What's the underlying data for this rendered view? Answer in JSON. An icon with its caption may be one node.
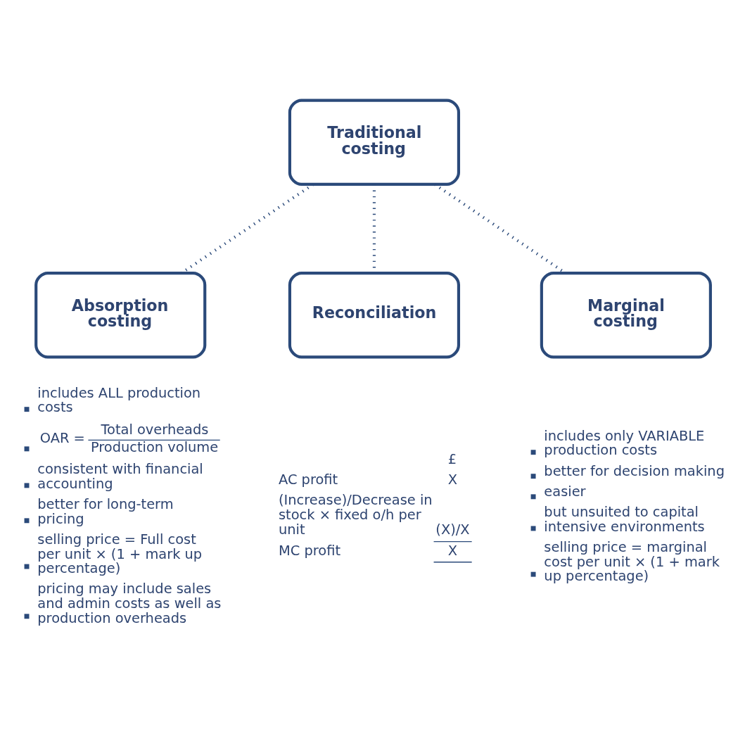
{
  "diagram": {
    "nodes": [
      {
        "text": [
          "Traditional costing"
        ]
      },
      {
        "text": [
          "Absorption costing"
        ],
        "beside": [
          "includes ALL production costs",
          "OAR =",
          "Total overheads",
          "Production volume",
          "consistent with financial accounting",
          "better for long-term pricing",
          "selling price = Full cost per unit × (1 + mark up percentage)",
          "pricing may include sales and admin costs as well as production overheads"
        ]
      },
      {
        "text": [
          "Reconciliation"
        ],
        "beside": [
          "£",
          "AC profit",
          "X",
          "(Increase)/Decrease in stock × fixed o/h per unit",
          "(X)/X",
          "MC profit",
          "X"
        ]
      },
      {
        "text": [
          "Marginal costing"
        ],
        "beside": [
          "includes only VARIABLE production costs",
          "better for decision making",
          "easier",
          "but unsuited to capital intensive environments",
          "selling price = marginal cost per unit × (1 + mark up percentage)"
        ]
      }
    ],
    "edges": [
      {
        "from": 0,
        "to": 1,
        "arrow": "none",
        "style": "dashed"
      },
      {
        "from": 0,
        "to": 2,
        "arrow": "none",
        "style": "dashed"
      },
      {
        "from": 0,
        "to": 3,
        "arrow": "none",
        "style": "dashed"
      }
    ]
  }
}
